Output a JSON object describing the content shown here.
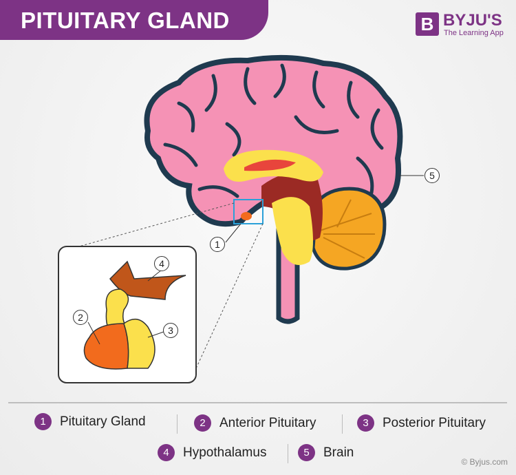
{
  "header": {
    "title": "PITUITARY GLAND"
  },
  "logo": {
    "mark": "B",
    "name": "BYJU'S",
    "tagline": "The Learning App"
  },
  "callouts": {
    "pituitary": "1",
    "anterior": "2",
    "posterior": "3",
    "hypothalamus": "4",
    "brain": "5"
  },
  "legend": [
    {
      "num": "1",
      "label": "Pituitary Gland"
    },
    {
      "num": "2",
      "label": "Anterior Pituitary"
    },
    {
      "num": "3",
      "label": "Posterior Pituitary"
    },
    {
      "num": "4",
      "label": "Hypothalamus"
    },
    {
      "num": "5",
      "label": "Brain"
    }
  ],
  "copyright": "© Byjus.com",
  "colors": {
    "brand": "#7d3385",
    "brain": "#f592b5",
    "outline": "#1f3a4f",
    "cerebellum": "#f5a623",
    "yellow": "#fbe04c",
    "hypothalamus": "#c0561a"
  }
}
